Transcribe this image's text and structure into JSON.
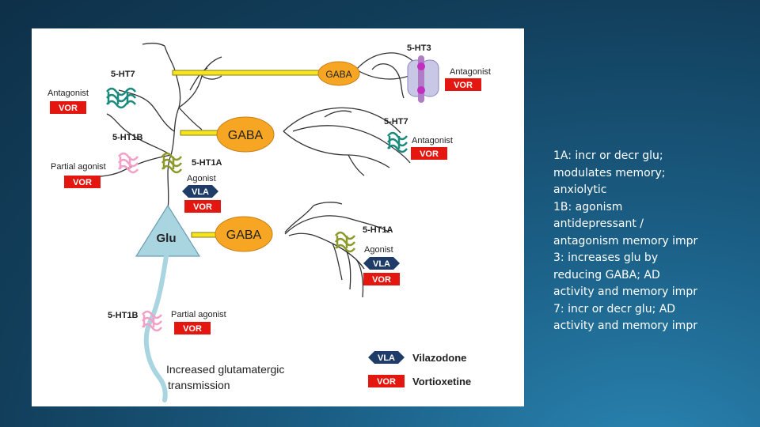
{
  "figure": {
    "receptors": {
      "ht7_top": "5-HT7",
      "ht3": "5-HT3",
      "ht1b_upper": "5-HT1B",
      "ht7_right": "5-HT7",
      "ht1a_upper": "5-HT1A",
      "ht1a_right": "5-HT1A",
      "ht1b_lower": "5-HT1B"
    },
    "gaba_labels": [
      "GABA",
      "GABA",
      "GABA"
    ],
    "glu_label": "Glu",
    "actions": {
      "antagonist_left": "Antagonist",
      "antagonist_ht3": "Antagonist",
      "partial_agonist_upper": "Partial agonist",
      "antagonist_right": "Antagonist",
      "agonist_upper": "Agonist",
      "agonist_right": "Agonist",
      "partial_agonist_lower": "Partial agonist"
    },
    "badges": {
      "vor": "VOR",
      "vla": "VLA"
    },
    "output": {
      "line1": "Increased glutamatergic",
      "line2": "transmission"
    },
    "legend": {
      "vla_name": "Vilazodone",
      "vor_name": "Vortioxetine"
    },
    "colors": {
      "vor_red": "#e3170f",
      "vla_navy": "#1f3b68",
      "gaba_orange": "#f6a623",
      "glu_blue": "#a9d5e1",
      "ht7_teal": "#1a8a7f",
      "ht1b_pink": "#f2a0c8",
      "ht1a_olive": "#8d9a2a",
      "ht3_violet": "#b07cc6"
    }
  },
  "notes": [
    "1A:  incr or decr glu;",
    "modulates memory;",
    "anxiolytic",
    "1B: agonism",
    "antidepressant /",
    "antagonism memory impr",
    "3: increases glu by",
    "reducing GABA; AD",
    "activity and memory impr",
    "7: incr or decr glu; AD",
    "activity and memory impr"
  ]
}
